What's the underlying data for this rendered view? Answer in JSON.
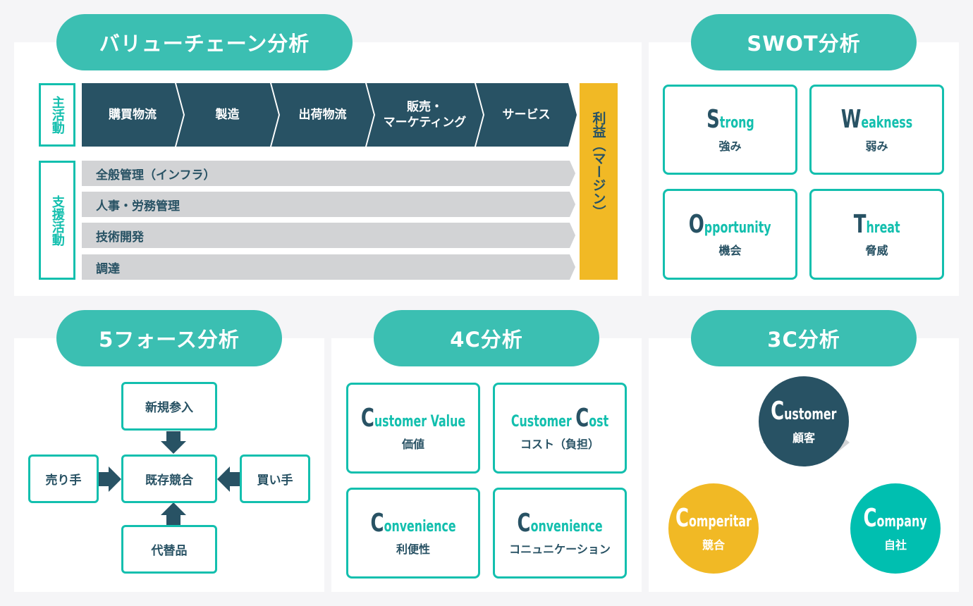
{
  "value_chain": {
    "title": "バリューチェーン分析",
    "primary_label": "主活動",
    "support_label": "支援活動",
    "primary": [
      "購買物流",
      "製造",
      "出荷物流",
      "販売・\nマーケティング",
      "サービス"
    ],
    "support": [
      "全般管理（インフラ）",
      "人事・労務管理",
      "技術開発",
      "調達"
    ],
    "margin": "利益（マージン）"
  },
  "swot": {
    "title": "SWOT分析",
    "items": [
      {
        "initial": "S",
        "rest": "trong",
        "jp": "強み"
      },
      {
        "initial": "W",
        "rest": "eakness",
        "jp": "弱み"
      },
      {
        "initial": "O",
        "rest": "pportunity",
        "jp": "機会"
      },
      {
        "initial": "T",
        "rest": "hreat",
        "jp": "脅威"
      }
    ]
  },
  "five_forces": {
    "title": "5フォース分析",
    "new_entrants": "新規参入",
    "rivalry": "既存競合",
    "substitutes": "代替品",
    "suppliers": "売り手",
    "buyers": "買い手"
  },
  "four_c": {
    "title": "4C分析",
    "items": [
      {
        "pre": "",
        "initial": "C",
        "rest": "ustomer Value",
        "jp": "価値"
      },
      {
        "pre": "Customer ",
        "initial": "C",
        "rest": "ost",
        "jp": "コスト（負担）"
      },
      {
        "pre": "",
        "initial": "C",
        "rest": "onvenience",
        "jp": "利便性"
      },
      {
        "pre": "",
        "initial": "C",
        "rest": "onvenience",
        "jp": "コニュニケーション"
      }
    ]
  },
  "three_c": {
    "title": "3C分析",
    "customer": {
      "initial": "C",
      "rest": "ustomer",
      "jp": "顧客"
    },
    "competitor": {
      "initial": "C",
      "rest": "omperitar",
      "jp": "競合"
    },
    "company": {
      "initial": "C",
      "rest": "ompany",
      "jp": "自社"
    }
  },
  "colors": {
    "teal": "#3bbfb2",
    "navy": "#285264",
    "yellow": "#f1b925",
    "gray": "#d2d3d5",
    "company": "#00bfb0"
  }
}
